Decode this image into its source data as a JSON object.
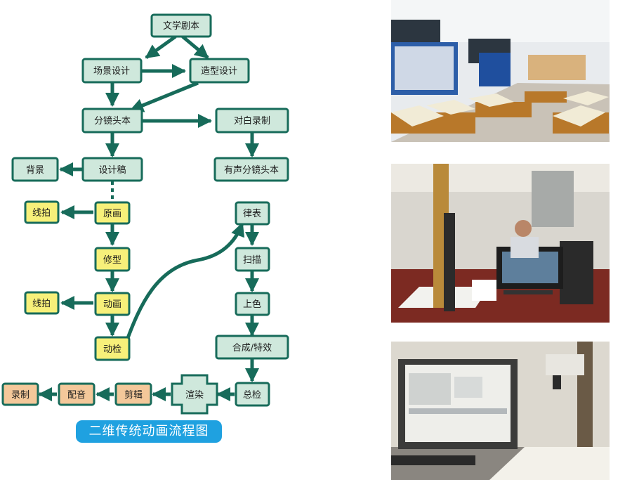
{
  "nodes": {
    "script": "文学剧本",
    "scene_design": "场景设计",
    "character_design": "造型设计",
    "storyboard": "分镜头本",
    "dialogue_recording": "对白录制",
    "background": "背景",
    "layout": "设计稿",
    "sound_storyboard": "有声分镜头本",
    "line_test_1": "线拍",
    "key_animation": "原画",
    "timing_sheet": "律表",
    "cleanup": "修型",
    "scan": "扫描",
    "line_test_2": "线拍",
    "inbetween": "动画",
    "coloring": "上色",
    "check": "动检",
    "compositing": "合成/特效",
    "recording": "录制",
    "dubbing": "配音",
    "editing": "剪辑",
    "rendering": "渲染",
    "final_check": "总检"
  },
  "caption": "二维传统动画流程图",
  "colors": {
    "teal_fill": "#cfe8dc",
    "yellow_fill": "#f7f07a",
    "orange_fill": "#f4c89a",
    "stroke": "#176b5a",
    "caption_bg": "#1fa1e0"
  },
  "photos": [
    {
      "name": "animation-classroom-photo"
    },
    {
      "name": "pencil-test-workstation-photo"
    },
    {
      "name": "line-test-camera-screen-photo"
    }
  ]
}
